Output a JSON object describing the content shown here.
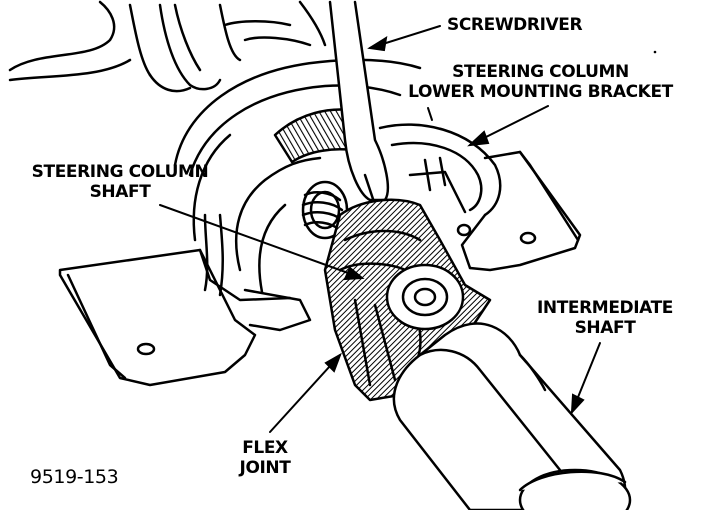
{
  "labels": {
    "screwdriver": "SCREWDRIVER",
    "bracket_line1": "STEERING COLUMN",
    "bracket_line2": "LOWER MOUNTING BRACKET",
    "column_shaft_line1": "STEERING COLUMN",
    "column_shaft_line2": "SHAFT",
    "intermediate_line1": "INTERMEDIATE",
    "intermediate_line2": "SHAFT",
    "flex_line1": "FLEX",
    "flex_line2": "JOINT"
  },
  "figure_number": "9519-153"
}
